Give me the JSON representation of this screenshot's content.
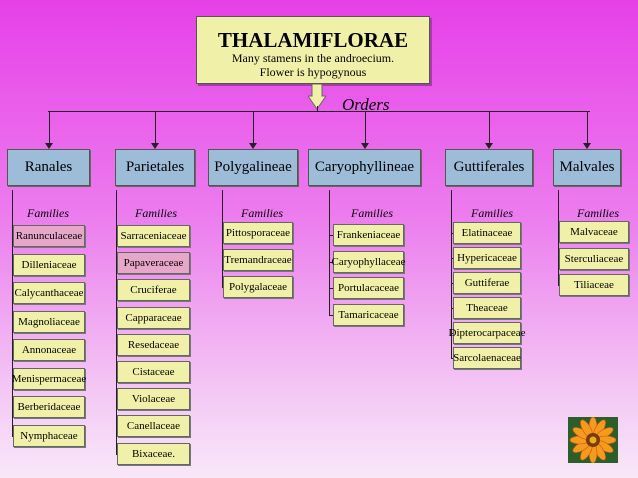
{
  "title": {
    "main": "THALAMIFLORAE",
    "line1": "Many stamens in the androecium.",
    "line2": "Flower is hypogynous"
  },
  "orders_label": "Orders",
  "families_label": "Families",
  "orders": [
    {
      "name": "Ranales",
      "families": [
        "Ranunculaceae",
        "Dilleniaceae",
        "Calycanthaceae",
        "Magnoliaceae",
        "Annonaceae",
        "Menispermaceae",
        "Berberidaceae",
        "Nymphaceae"
      ]
    },
    {
      "name": "Parietales",
      "families": [
        "Sarraceniaceae",
        "Papaveraceae",
        "Cruciferae",
        "Capparaceae",
        "Resedaceae",
        "Cistaceae",
        "Violaceae",
        "Canellaceae",
        "Bixaceae."
      ]
    },
    {
      "name": "Polygalineae",
      "families": [
        "Pittosporaceae",
        "Tremandraceae",
        "Polygalaceae"
      ]
    },
    {
      "name": "Caryophyllineae",
      "families": [
        "Frankeniaceae",
        "Caryophyllaceae",
        "Portulacaceae",
        "Tamaricaceae"
      ]
    },
    {
      "name": "Guttiferales",
      "families": [
        "Elatinaceae",
        "Hypericaceae",
        "Guttiferae",
        "Theaceae",
        "Dipterocarpaceae",
        "Sarcolaenaceae"
      ]
    },
    {
      "name": "Malvales",
      "families": [
        "Malvaceae",
        "Sterculiaceae",
        "Tiliaceae"
      ]
    }
  ],
  "colors": {
    "order_box": "#9cbcd8",
    "family_box": "#f0f0a8",
    "highlight": "#e7a7c9",
    "arrow": "#f0f0a8"
  },
  "highlighted": {
    "Ranunculaceae": true,
    "Papaveraceae": true
  },
  "decor": {
    "flower_icon": "gazania-flower-icon"
  }
}
